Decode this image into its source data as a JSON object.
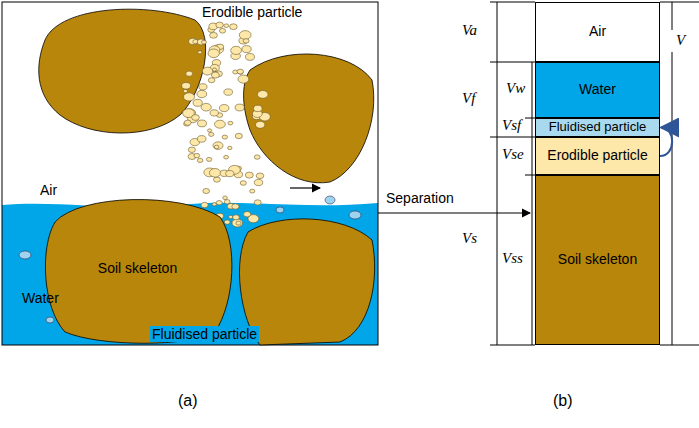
{
  "diagram": {
    "nodes": [
      {
        "text": [
          "Soil skeleton"
        ]
      },
      {
        "text": [
          "Air"
        ]
      },
      {
        "text": [
          "Water"
        ]
      },
      {
        "text": [
          "Fluidised particle"
        ]
      },
      {
        "text": [
          "Erodible particle"
        ]
      },
      {
        "text": [
          "Soil skeleton"
        ]
      }
    ],
    "edges": [
      {
        "from": 4,
        "to": 3,
        "arrow": "to"
      }
    ],
    "labels": [
      "Erodible particle",
      "Air",
      "Water",
      "Fluidised particle",
      "Separation",
      "Va",
      "Vf",
      "Vw",
      "Vsf",
      "Vse",
      "Vs",
      "Vss",
      "V",
      "(a)",
      "(b)"
    ]
  }
}
